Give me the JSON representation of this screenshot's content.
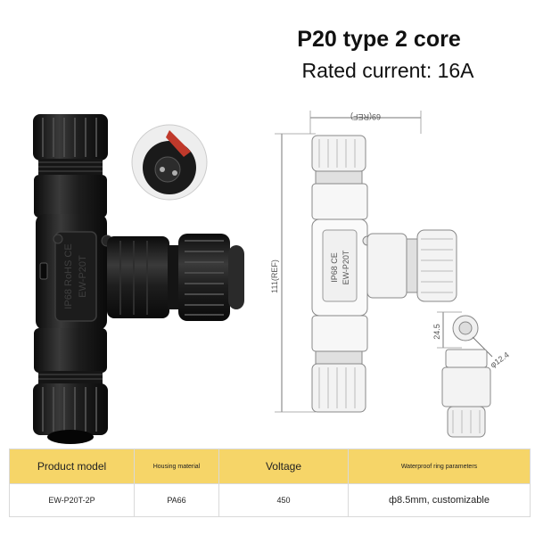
{
  "header": {
    "title": "P20 type 2 core",
    "subtitle": "Rated current: 16A"
  },
  "product_photo": {
    "body_text_1": "IP68 RoHS CE",
    "body_text_2": "EW-P20T"
  },
  "drawing": {
    "width_label": "69(REF)",
    "height_label": "111(REF)",
    "small_height_label": "24.5",
    "diameter_label": "φ12.4",
    "body_text_1": "IP68 CE",
    "body_text_2": "EW-P20T"
  },
  "spec_table": {
    "headers": [
      "Product model",
      "Housing material",
      "Voltage",
      "Waterproof ring parameters"
    ],
    "row": [
      "EW-P20T-2P",
      "PA66",
      "450",
      "ф8.5mm, customizable"
    ]
  },
  "colors": {
    "header_bg": "#f6d568",
    "connector_black": "#1a1a1a"
  }
}
